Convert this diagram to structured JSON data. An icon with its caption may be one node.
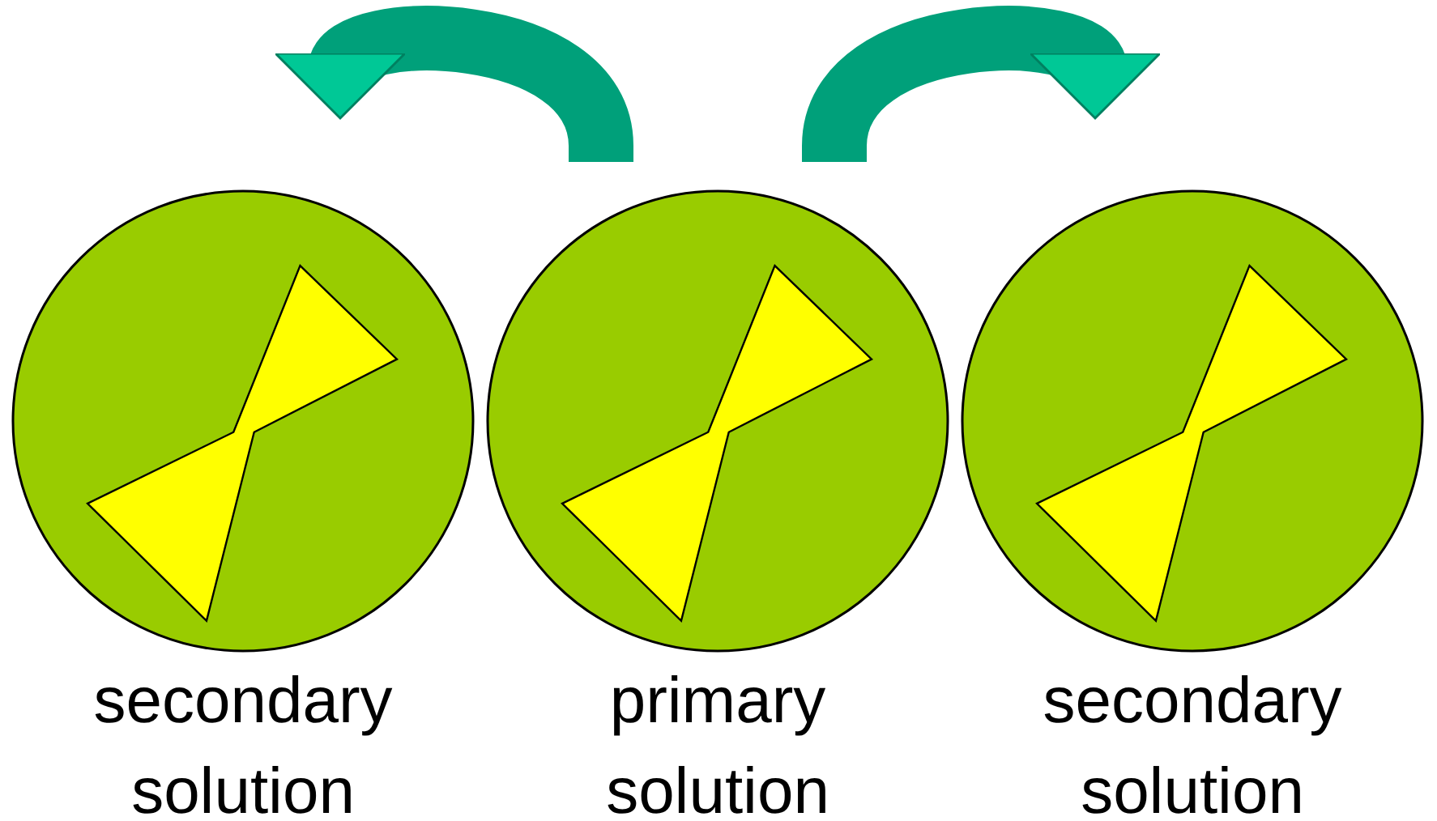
{
  "diagram": {
    "nodes": [
      {
        "text": [
          "secondary solution"
        ]
      },
      {
        "text": [
          "primary solution"
        ]
      },
      {
        "text": [
          "secondary solution"
        ]
      }
    ],
    "edges": [
      {
        "from": 1,
        "to": 0,
        "arrow": "to"
      },
      {
        "from": 1,
        "to": 2,
        "arrow": "to"
      }
    ]
  }
}
